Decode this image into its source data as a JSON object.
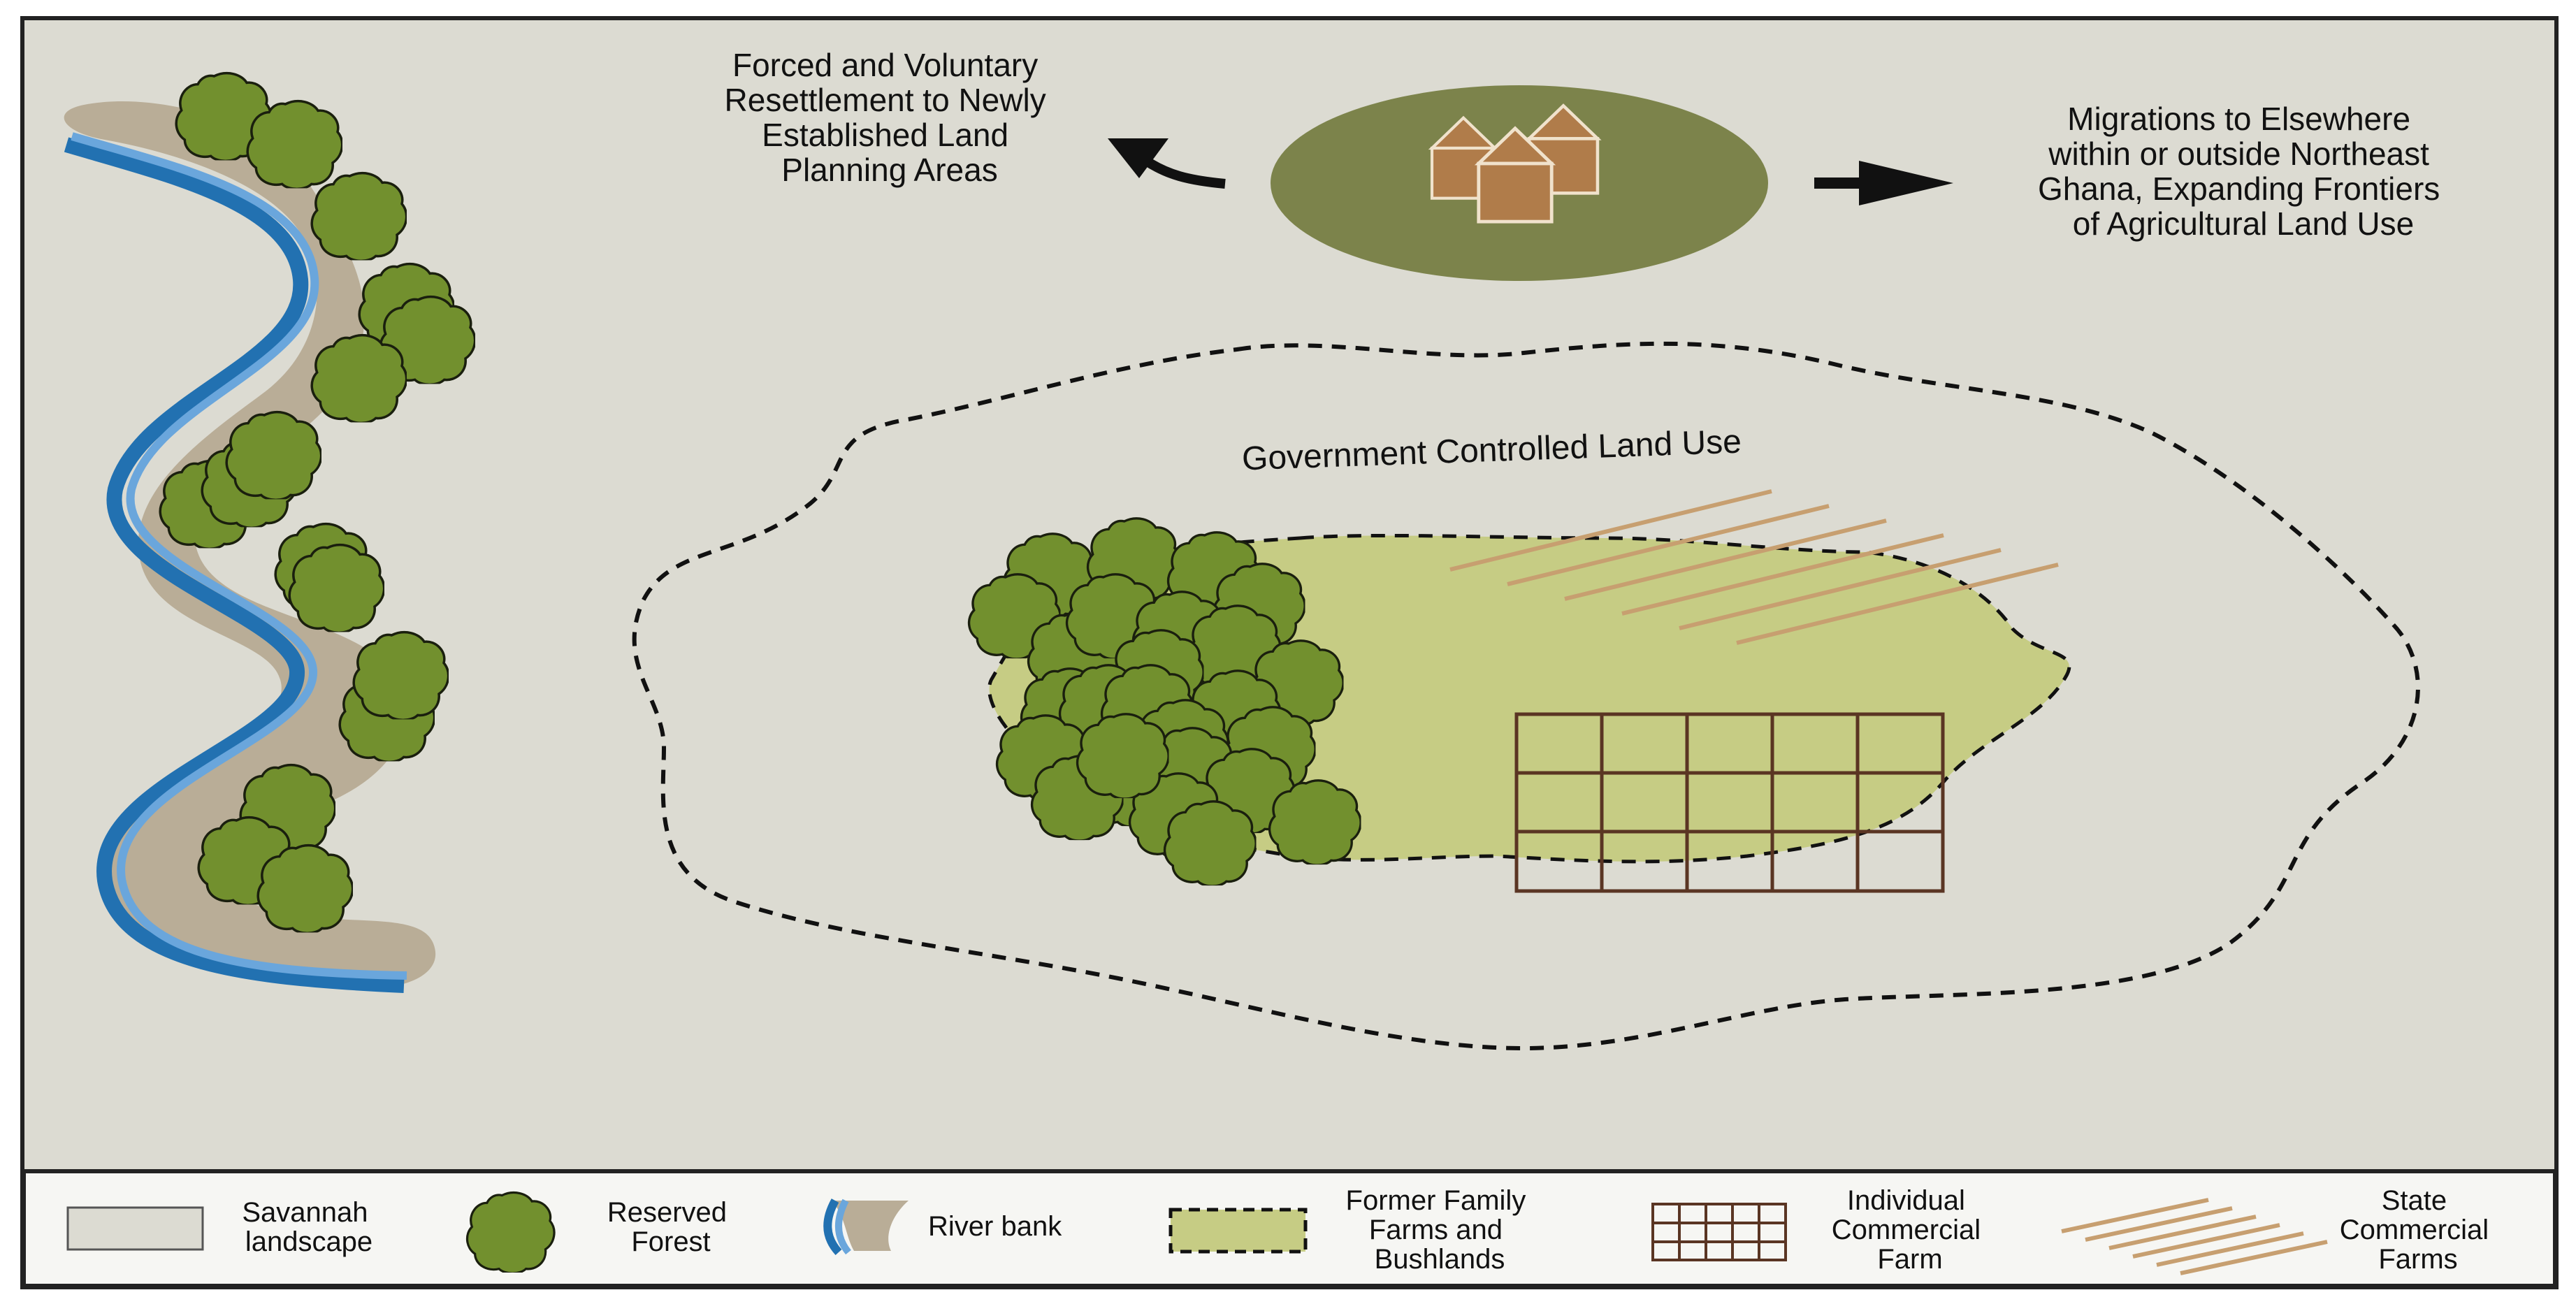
{
  "colors": {
    "savannah": "#dcdbd2",
    "frame": "#222222",
    "legend_bg": "#f6f6f3",
    "riverbank": "#b9ad97",
    "river_dark": "#2271b1",
    "river_light": "#6aa6dc",
    "forest": "#72902e",
    "forest_stroke": "#1a1f0e",
    "settlement": "#7c834b",
    "hut": "#b07c4a",
    "hut_stroke": "#f0e2cc",
    "former_farms": "#c6cc84",
    "individual_farm": "#5a3523",
    "state_farm": "#c79f70"
  },
  "labels": {
    "resettlement": [
      "Forced and Voluntary",
      "Resettlement to Newly",
      "Established Land",
      "Planning Areas"
    ],
    "migration": [
      "Migrations to Elsewhere",
      "within or outside Northeast",
      "Ghana, Expanding Frontiers",
      "of Agricultural Land Use"
    ],
    "government": "Government Controlled Land Use"
  },
  "legend": {
    "savannah": [
      "Savannah",
      "landscape"
    ],
    "forest": [
      "Reserved",
      "Forest"
    ],
    "river": [
      "River bank"
    ],
    "former": [
      "Former Family",
      "Farms and",
      "Bushlands"
    ],
    "individual": [
      "Individual",
      "Commercial",
      "Farm"
    ],
    "state": [
      "State",
      "Commercial",
      "Farms"
    ]
  },
  "icons": {
    "tree": "tree-icon",
    "hut": "hut-icon",
    "arrow_left": "curved-arrow-icon",
    "arrow_right": "right-arrow-icon"
  }
}
